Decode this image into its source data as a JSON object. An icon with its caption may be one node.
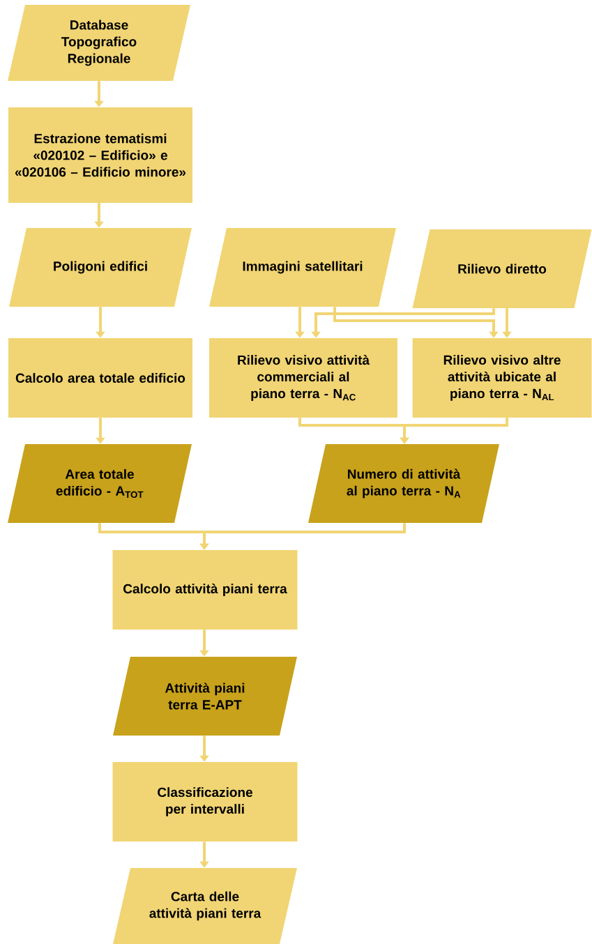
{
  "diagram": {
    "nodes": [
      {
        "text": [
          "Database Topografico Regionale"
        ]
      },
      {
        "text": [
          "Estrazione tematismi «020102 – Edificio» e «020106 – Edificio minore»"
        ]
      },
      {
        "text": [
          "Poligoni edifici"
        ]
      },
      {
        "text": [
          "Immagini satellitari"
        ]
      },
      {
        "text": [
          "Rilievo diretto"
        ]
      },
      {
        "text": [
          "Calcolo area totale edificio"
        ]
      },
      {
        "text": [
          "Rilievo visivo attività commerciali al piano terra - N$_{AC}$"
        ]
      },
      {
        "text": [
          "Rilievo visivo altre attività ubicate al piano terra - N$_{AL}$"
        ]
      },
      {
        "text": [
          "Area totale edificio - A$_{TOT}$"
        ]
      },
      {
        "text": [
          "Numero di attività al piano terra - N$_{A}$"
        ]
      },
      {
        "text": [
          "Calcolo attività piani terra"
        ]
      },
      {
        "text": [
          "Attività piani terra E-APT"
        ]
      },
      {
        "text": [
          "Classificazione per intervalli"
        ]
      },
      {
        "text": [
          "Carta delle attività piani terra"
        ]
      }
    ],
    "edges": [
      {
        "from": 0,
        "to": 1,
        "arrow": "to"
      },
      {
        "from": 1,
        "to": 2,
        "arrow": "to"
      },
      {
        "from": 2,
        "to": 5,
        "arrow": "to"
      },
      {
        "from": 3,
        "to": 6,
        "arrow": "to"
      },
      {
        "from": 3,
        "to": 7,
        "arrow": "to"
      },
      {
        "from": 4,
        "to": 6,
        "arrow": "to"
      },
      {
        "from": 4,
        "to": 7,
        "arrow": "to"
      },
      {
        "from": 5,
        "to": 8,
        "arrow": "to"
      },
      {
        "from": 6,
        "to": 9,
        "arrow": "to"
      },
      {
        "from": 7,
        "to": 9,
        "arrow": "to"
      },
      {
        "from": 8,
        "to": 10,
        "arrow": "to"
      },
      {
        "from": 9,
        "to": 10,
        "arrow": "to"
      },
      {
        "from": 10,
        "to": 11,
        "arrow": "to"
      },
      {
        "from": 11,
        "to": 12,
        "arrow": "to"
      },
      {
        "from": 12,
        "to": 13,
        "arrow": "to"
      }
    ]
  }
}
